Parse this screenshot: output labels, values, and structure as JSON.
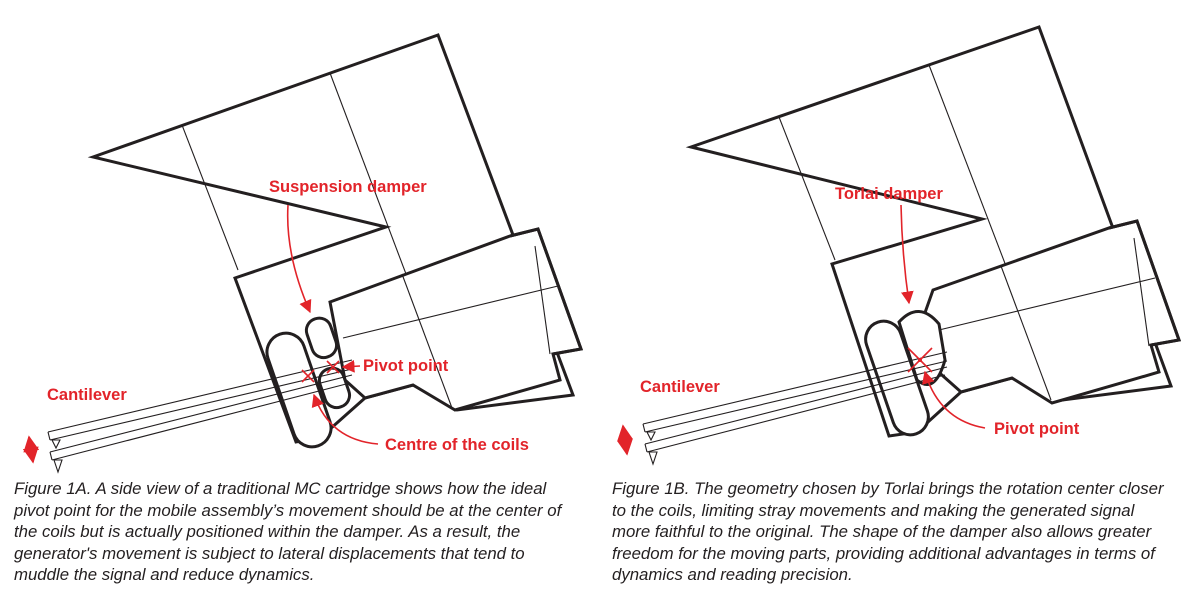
{
  "figure_a": {
    "labels": {
      "suspension_damper": "Suspension damper",
      "pivot_point": "Pivot point",
      "cantilever": "Cantilever",
      "centre_of_coils": "Centre of the coils"
    },
    "caption": "Figure 1A. A side view of a traditional MC cartridge shows how the ideal pivot point for the mobile assembly’s movement should be at the center of the coils but is actually positioned within the damper. As a result, the generator's movement is subject to lateral displacements that tend to muddle the signal and reduce dynamics."
  },
  "figure_b": {
    "labels": {
      "torlai_damper": "Torlai damper",
      "cantilever": "Cantilever",
      "pivot_point": "Pivot point"
    },
    "caption": "Figure 1B. The geometry chosen by Torlai brings the rotation center closer to the coils, limiting stray movements and making the generated signal more faithful to the original. The shape of the damper also allows greater freedom for the moving parts, providing additional advantages in terms of dynamics and reading precision."
  },
  "colors": {
    "accent": "#e2242a",
    "ink": "#231f20"
  }
}
